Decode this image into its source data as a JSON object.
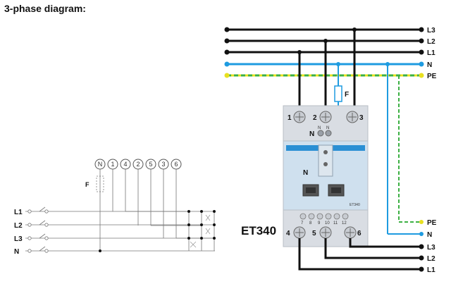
{
  "title": "3-phase diagram:",
  "left_schematic": {
    "terminals": [
      "N",
      "1",
      "4",
      "2",
      "5",
      "3",
      "6"
    ],
    "fuse_label": "F",
    "lines": [
      "L1",
      "L2",
      "L3",
      "N"
    ]
  },
  "right_diagram": {
    "top_buses": [
      "L3",
      "L2",
      "L1",
      "N",
      "PE"
    ],
    "fuse_label": "F",
    "top_terminals": [
      "1",
      "2",
      "3"
    ],
    "n_label_top": "N",
    "n_small": "N",
    "inner_n": "N",
    "model": "ET340",
    "small_terminals": [
      "7",
      "8",
      "9",
      "10",
      "11",
      "12"
    ],
    "bottom_terminals": [
      "4",
      "5",
      "6"
    ],
    "right_bottom_labels": [
      "PE",
      "N",
      "L3",
      "L2",
      "L1"
    ],
    "device_small_text": "ET340",
    "colors": {
      "neutral": "#1e9be0",
      "pe_dash": "#3cb043",
      "pe_yellow": "#e8e020",
      "line": "#111111",
      "device": "#d9dde3",
      "device_inner": "#cfe0ee"
    }
  }
}
